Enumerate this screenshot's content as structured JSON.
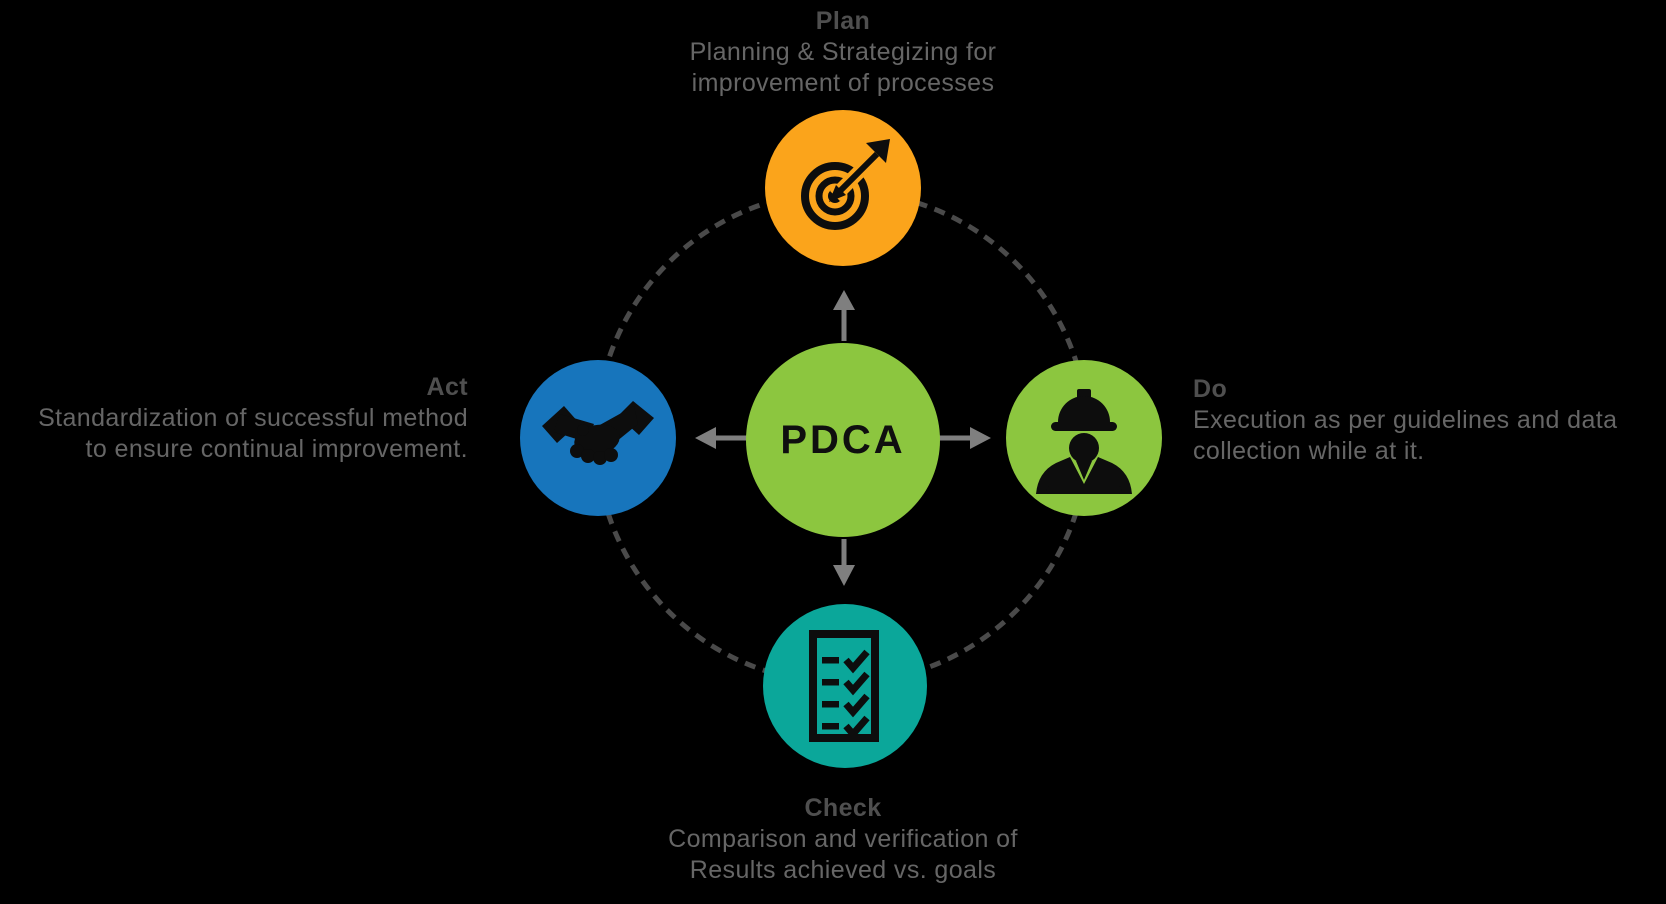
{
  "center": {
    "label": "PDCA",
    "color": "#8CC63F"
  },
  "nodes": [
    {
      "id": "plan",
      "title": "Plan",
      "desc": [
        "Planning & Strategizing for",
        "improvement of processes"
      ],
      "color": "#FBA41B",
      "icon": "target-icon"
    },
    {
      "id": "do",
      "title": "Do",
      "desc": [
        "Execution as per guidelines and data",
        "collection while at it."
      ],
      "color": "#8CC63F",
      "icon": "construction-worker-icon"
    },
    {
      "id": "check",
      "title": "Check",
      "desc": [
        "Comparison and verification of",
        "Results achieved vs. goals"
      ],
      "color": "#0BA79A",
      "icon": "checklist-icon"
    },
    {
      "id": "act",
      "title": "Act",
      "desc": [
        "Standardization of successful method",
        "to ensure continual improvement."
      ],
      "color": "#1775BC",
      "icon": "handshake-icon"
    }
  ],
  "colors": {
    "background": "#000000",
    "plan_orange": "#FBA41B",
    "do_green": "#8CC63F",
    "check_teal": "#0BA79A",
    "act_blue": "#1775BC",
    "center_green": "#8CC63F",
    "icon_black": "#0D0D0D",
    "title_gray": "#4F4F4F",
    "body_gray": "#666666",
    "arrow_gray": "#7F7F7F",
    "ring_gray": "#4A4A4A"
  }
}
